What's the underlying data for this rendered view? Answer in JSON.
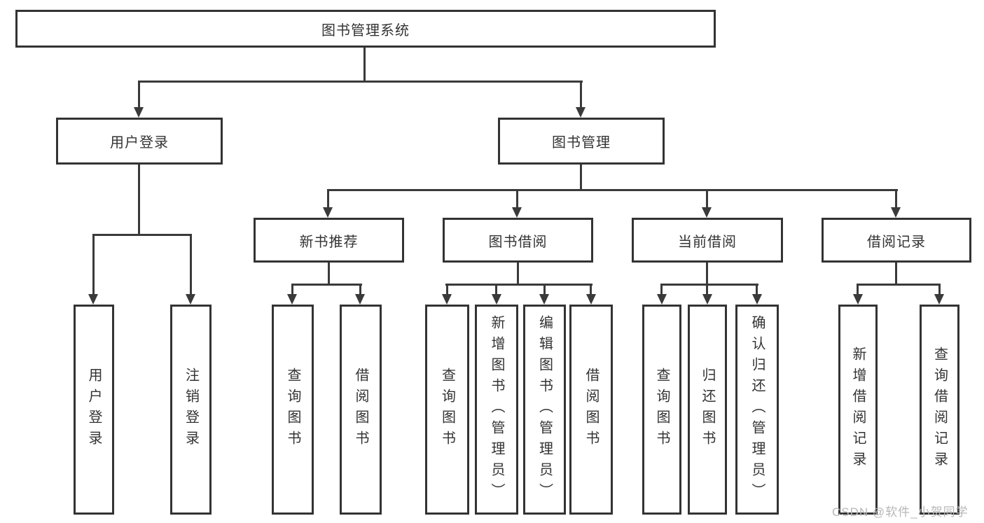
{
  "colors": {
    "line": "#3a3a3a",
    "border": "#333333",
    "text": "#333333",
    "watermark": "#b7b7b7",
    "background": "#ffffff"
  },
  "chart_type": "org-tree-diagram",
  "tree": {
    "root": {
      "label": "图书管理系统"
    },
    "level2": [
      {
        "label": "用户登录"
      },
      {
        "label": "图书管理"
      }
    ],
    "level3": [
      {
        "label": "新书推荐",
        "parent": "图书管理"
      },
      {
        "label": "图书借阅",
        "parent": "图书管理"
      },
      {
        "label": "当前借阅",
        "parent": "图书管理"
      },
      {
        "label": "借阅记录",
        "parent": "图书管理"
      }
    ],
    "leaves": [
      {
        "label": "用户登录",
        "parent": "用户登录"
      },
      {
        "label": "注销登录",
        "parent": "用户登录"
      },
      {
        "label": "查询图书",
        "parent": "新书推荐"
      },
      {
        "label": "借阅图书",
        "parent": "新书推荐"
      },
      {
        "label": "查询图书",
        "parent": "图书借阅"
      },
      {
        "label": "新增图书（管理员）",
        "parent": "图书借阅"
      },
      {
        "label": "编辑图书（管理员）",
        "parent": "图书借阅"
      },
      {
        "label": "借阅图书",
        "parent": "图书借阅"
      },
      {
        "label": "查询图书",
        "parent": "当前借阅"
      },
      {
        "label": "归还图书",
        "parent": "当前借阅"
      },
      {
        "label": "确认归还（管理员）",
        "parent": "当前借阅"
      },
      {
        "label": "新增借阅记录",
        "parent": "借阅记录"
      },
      {
        "label": "查询借阅记录",
        "parent": "借阅记录"
      }
    ]
  },
  "watermark": {
    "text": "CSDN @软件_小贺同学"
  }
}
